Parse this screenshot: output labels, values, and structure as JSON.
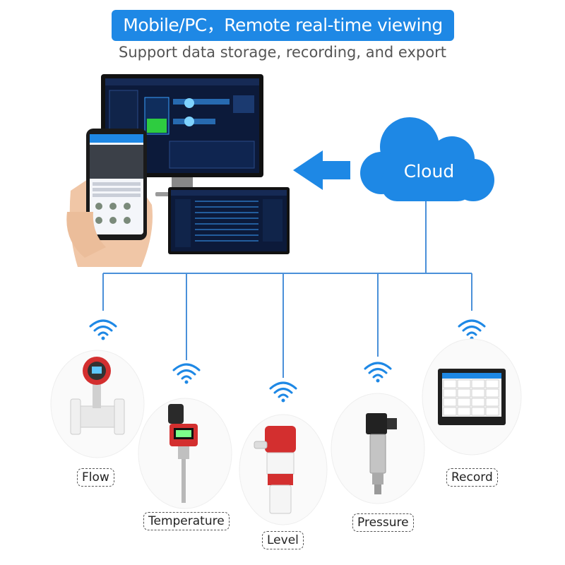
{
  "header": {
    "title": "Mobile/PC，Remote real-time viewing",
    "subtitle": "Support data storage, recording, and export"
  },
  "cloud": {
    "label": "Cloud"
  },
  "sensors": [
    {
      "label": "Flow"
    },
    {
      "label": "Temperature"
    },
    {
      "label": "Level"
    },
    {
      "label": "Pressure"
    },
    {
      "label": "Record"
    }
  ],
  "colors": {
    "accent": "#1e88e5",
    "line": "#4a90d9",
    "wifi": "#1e88e5",
    "screen_dark": "#0c1a3a"
  },
  "icons": [
    "wifi-icon",
    "arrow-left-icon",
    "cloud-icon",
    "smartphone-icon",
    "monitor-icon"
  ]
}
